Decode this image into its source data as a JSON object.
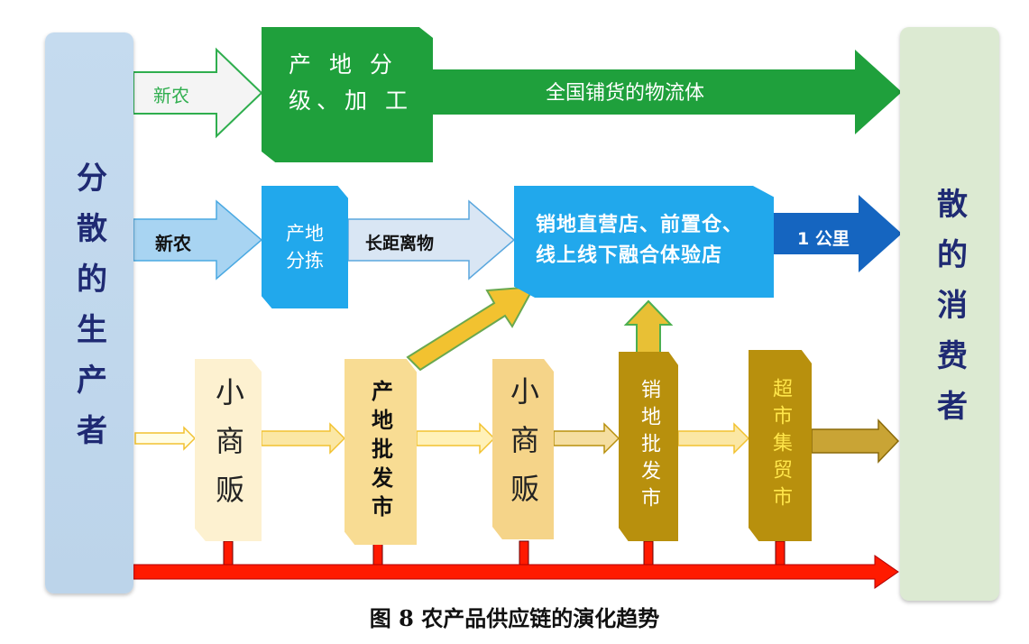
{
  "left_label": "分散的生产者",
  "right_label": "散的消费者",
  "row1": {
    "tag": "新农",
    "node": "产 地 分 级、加 工",
    "flow": "全国铺货的物流体"
  },
  "row2": {
    "tag": "新农",
    "node": "产地分拣",
    "flow": "长距离物",
    "dest": "销地直营店、前置仓、线上线下融合体验店",
    "last": "1 公里"
  },
  "row3": {
    "stalls": [
      "小商贩",
      "产地批发市",
      "小商贩",
      "销地批发市",
      "超市集贸市"
    ]
  },
  "caption": "图 8 农产品供应链的演化趋势",
  "colors": {
    "navy": "#1f2a73",
    "green": "#1fa03c",
    "blue": "#21a8ec",
    "darkblue": "#1565c0",
    "gold": "#b8900d",
    "red": "#ff1a00"
  }
}
